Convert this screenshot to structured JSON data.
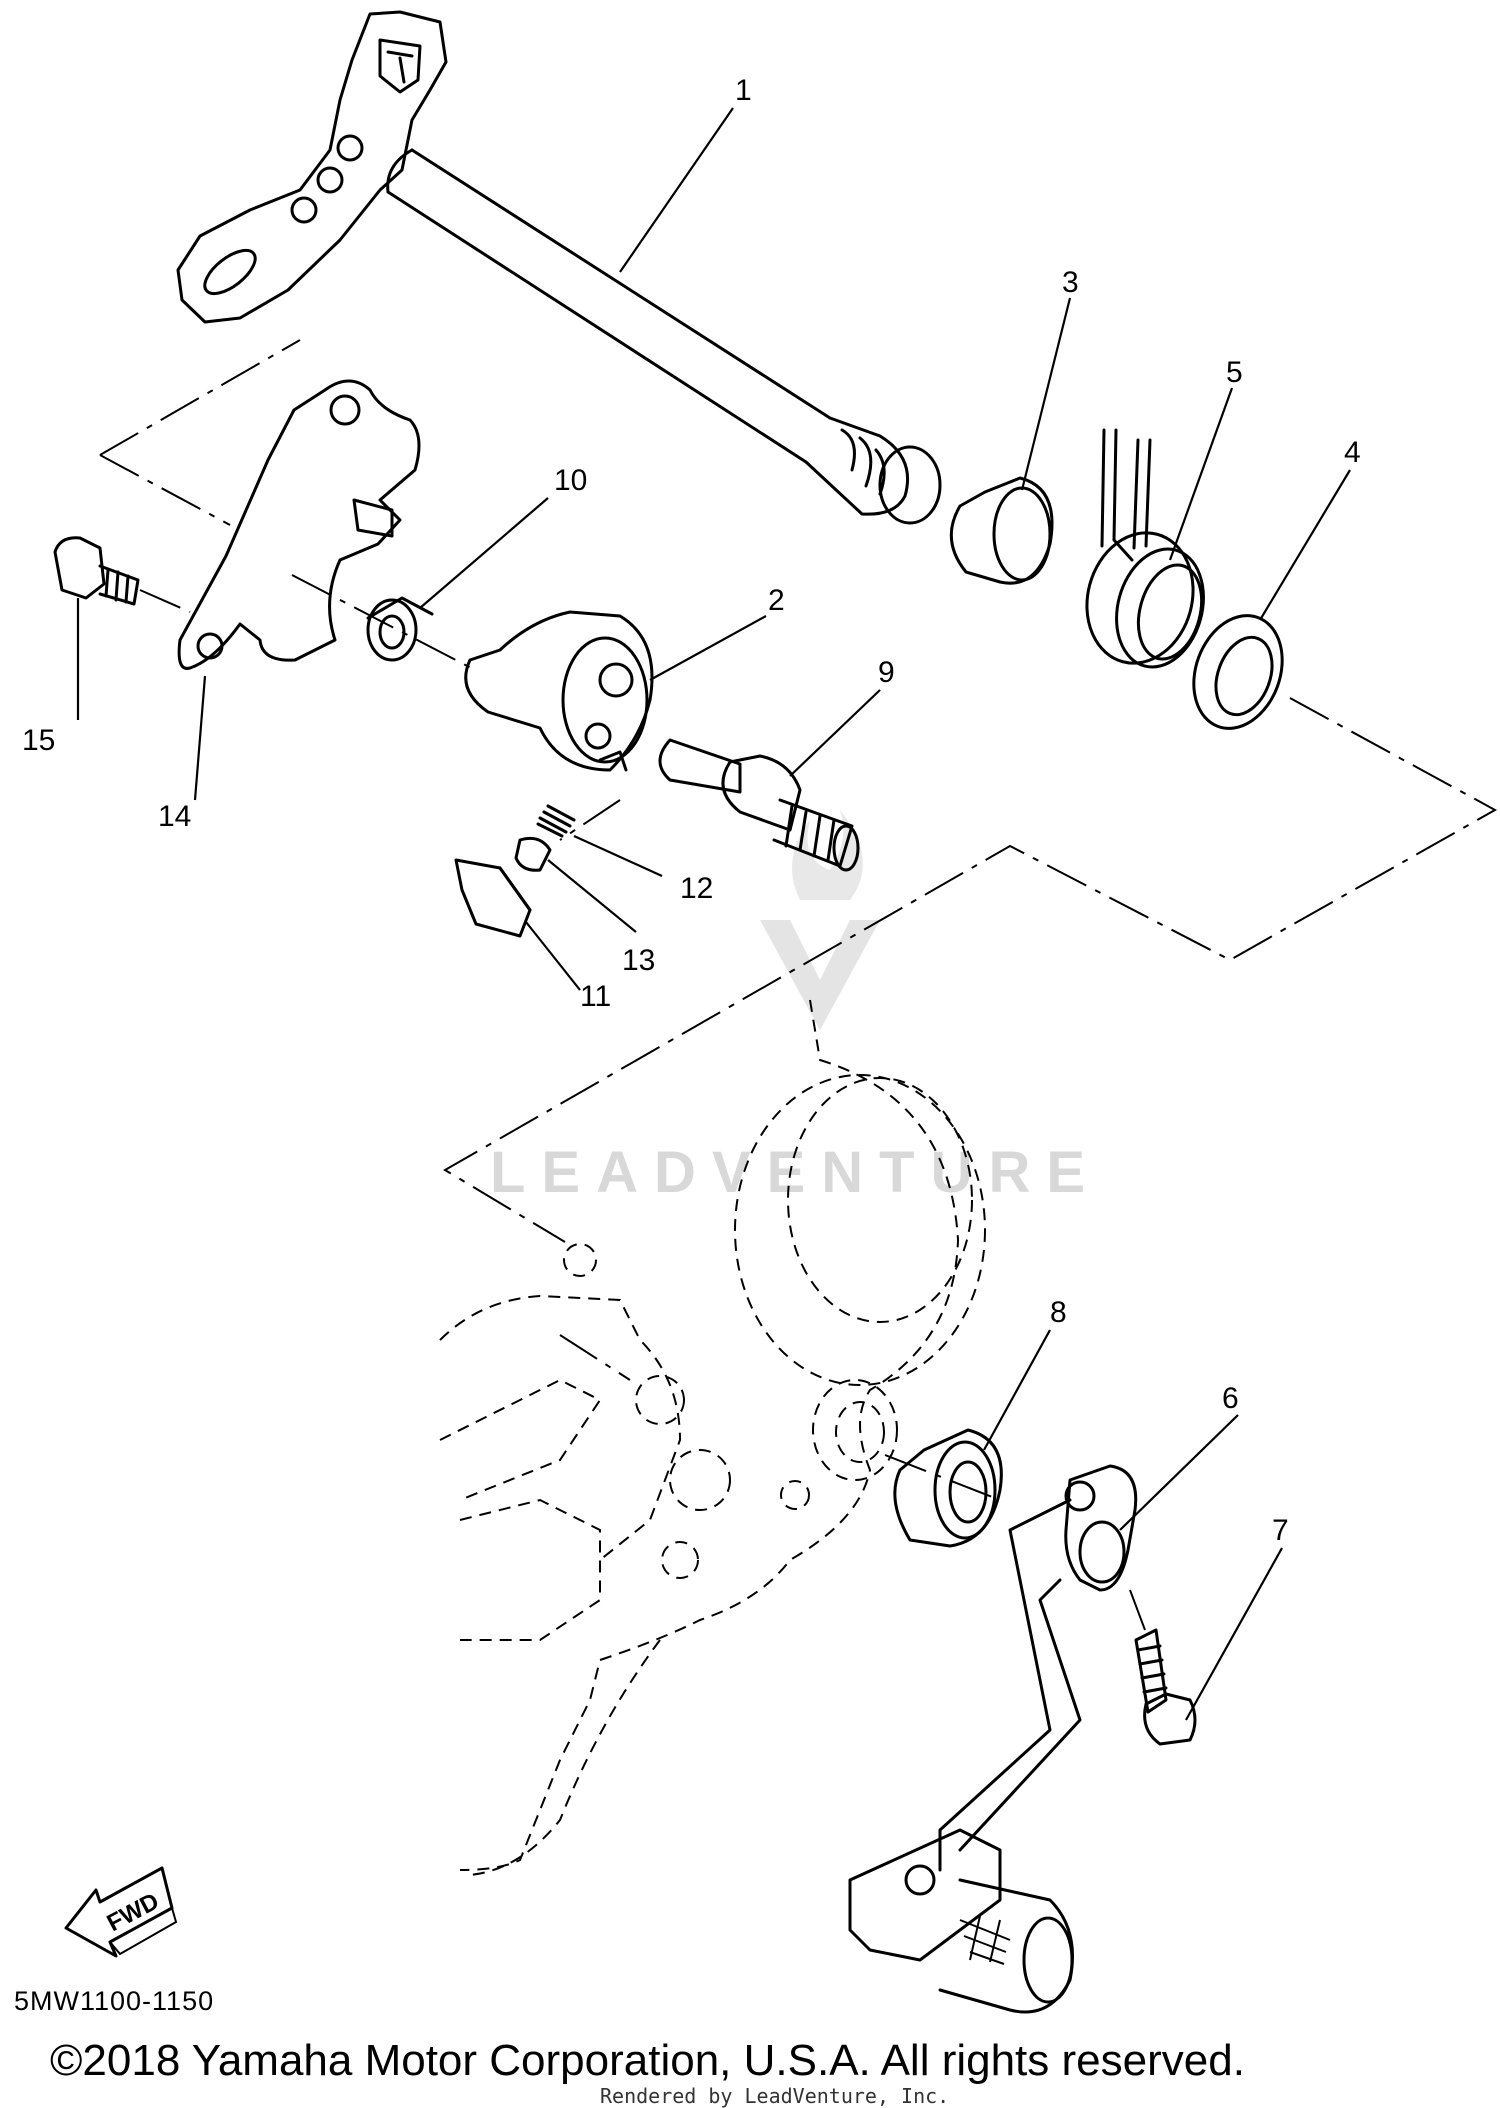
{
  "diagram": {
    "callouts": [
      "1",
      "2",
      "3",
      "4",
      "5",
      "6",
      "7",
      "8",
      "9",
      "10",
      "11",
      "12",
      "13",
      "14",
      "15"
    ],
    "fwd_label": "FWD",
    "watermark": "LEADVENTURE",
    "code": "5MW1100-1150",
    "copyright": "©2018 Yamaha Motor Corporation, U.S.A. All rights reserved.",
    "rendered_by": "Rendered by LeadVenture, Inc."
  }
}
